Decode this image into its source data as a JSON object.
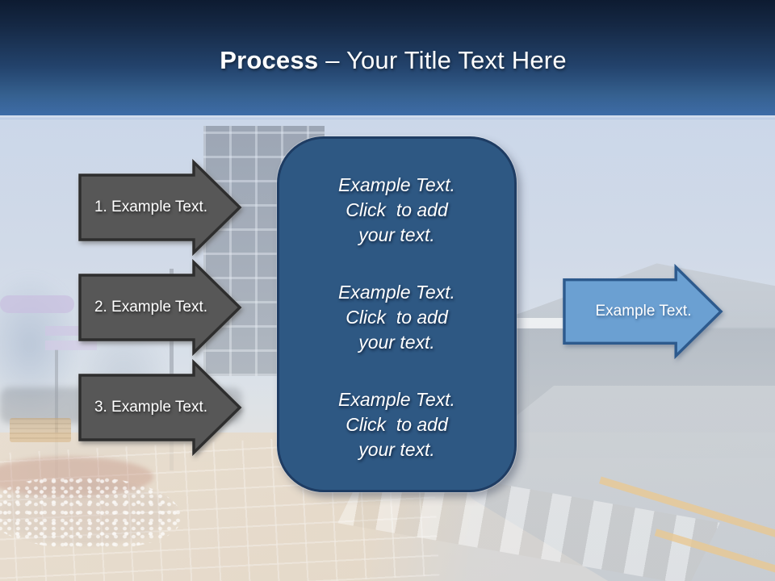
{
  "slide": {
    "title": {
      "keyword": "Process",
      "rest": "– Your Title Text Here"
    }
  },
  "process_steps": {
    "items": [
      {
        "label": "1. Example Text."
      },
      {
        "label": "2. Example Text."
      },
      {
        "label": "3. Example Text."
      }
    ]
  },
  "detail_panel": {
    "blocks": [
      {
        "lines": [
          "Example Text.",
          "Click  to add",
          "your text."
        ]
      },
      {
        "lines": [
          "Example Text.",
          "Click  to add",
          "your text."
        ]
      },
      {
        "lines": [
          "Example Text.",
          "Click  to add",
          "your text."
        ]
      }
    ]
  },
  "result_arrow": {
    "label": "Example Text."
  },
  "colors": {
    "header_gradient_top": "#0d1b31",
    "header_gradient_bottom": "#3e6ca7",
    "header_divider": "#c6d3e8",
    "step_arrow_fill": "#575757",
    "step_arrow_border": "#2e2e2e",
    "panel_fill": "#2e5883",
    "panel_border": "#1e3c63",
    "result_arrow_fill": "#6ba0d2",
    "result_arrow_border": "#2d5a8d",
    "text": "#ffffff"
  }
}
